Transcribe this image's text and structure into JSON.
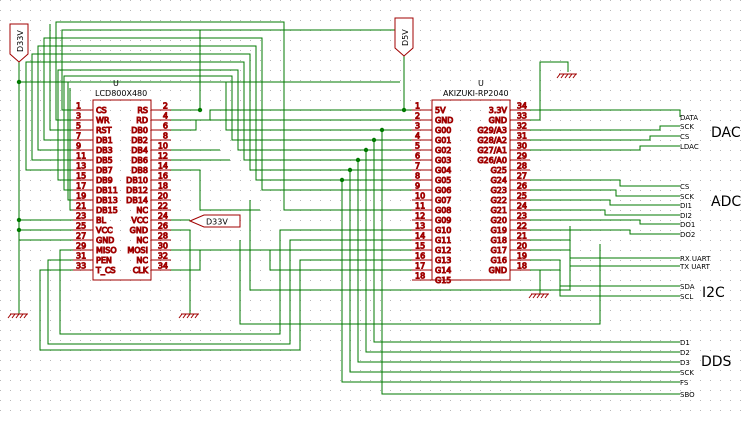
{
  "power_flags": {
    "d33v_top": "D33V",
    "d33v_right": "D33V",
    "d5v": "D5V"
  },
  "lcd": {
    "ref": "U",
    "value": "LCD800X480",
    "left_pins": [
      {
        "num": "1",
        "name": "CS"
      },
      {
        "num": "3",
        "name": "WR"
      },
      {
        "num": "5",
        "name": "RST"
      },
      {
        "num": "7",
        "name": "DB1"
      },
      {
        "num": "9",
        "name": "DB3"
      },
      {
        "num": "11",
        "name": "DB5"
      },
      {
        "num": "13",
        "name": "DB7"
      },
      {
        "num": "15",
        "name": "DB9"
      },
      {
        "num": "17",
        "name": "DB11"
      },
      {
        "num": "19",
        "name": "DB13"
      },
      {
        "num": "21",
        "name": "DB15"
      },
      {
        "num": "23",
        "name": "BL"
      },
      {
        "num": "25",
        "name": "VCC"
      },
      {
        "num": "27",
        "name": "GND"
      },
      {
        "num": "29",
        "name": "MISO"
      },
      {
        "num": "31",
        "name": "PEN"
      },
      {
        "num": "33",
        "name": "T_CS"
      }
    ],
    "right_pins": [
      {
        "num": "2",
        "name": "RS"
      },
      {
        "num": "4",
        "name": "RD"
      },
      {
        "num": "6",
        "name": "DB0"
      },
      {
        "num": "8",
        "name": "DB2"
      },
      {
        "num": "10",
        "name": "DB4"
      },
      {
        "num": "12",
        "name": "DB6"
      },
      {
        "num": "14",
        "name": "DB8"
      },
      {
        "num": "16",
        "name": "DB10"
      },
      {
        "num": "18",
        "name": "DB12"
      },
      {
        "num": "20",
        "name": "DB14"
      },
      {
        "num": "22",
        "name": "NC"
      },
      {
        "num": "24",
        "name": "VCC"
      },
      {
        "num": "26",
        "name": "GND"
      },
      {
        "num": "28",
        "name": "NC"
      },
      {
        "num": "30",
        "name": "MOSI"
      },
      {
        "num": "32",
        "name": "NC"
      },
      {
        "num": "34",
        "name": "CLK"
      }
    ]
  },
  "mcu": {
    "ref": "U",
    "value": "AKIZUKI-RP2040",
    "left_pins": [
      {
        "num": "1",
        "name": "5V"
      },
      {
        "num": "2",
        "name": "GND"
      },
      {
        "num": "3",
        "name": "G00"
      },
      {
        "num": "4",
        "name": "G01"
      },
      {
        "num": "5",
        "name": "G02"
      },
      {
        "num": "6",
        "name": "G03"
      },
      {
        "num": "7",
        "name": "G04"
      },
      {
        "num": "8",
        "name": "G05"
      },
      {
        "num": "9",
        "name": "G06"
      },
      {
        "num": "10",
        "name": "G07"
      },
      {
        "num": "11",
        "name": "G08"
      },
      {
        "num": "12",
        "name": "G09"
      },
      {
        "num": "13",
        "name": "G10"
      },
      {
        "num": "14",
        "name": "G11"
      },
      {
        "num": "15",
        "name": "G12"
      },
      {
        "num": "16",
        "name": "G13"
      },
      {
        "num": "17",
        "name": "G14"
      },
      {
        "num": "18",
        "name": "G15"
      }
    ],
    "right_pins": [
      {
        "num": "34",
        "name": "3.3V"
      },
      {
        "num": "33",
        "name": "GND"
      },
      {
        "num": "32",
        "name": "G29/A3"
      },
      {
        "num": "31",
        "name": "G28/A2"
      },
      {
        "num": "30",
        "name": "G27/A1"
      },
      {
        "num": "29",
        "name": "G26/A0"
      },
      {
        "num": "28",
        "name": "G25"
      },
      {
        "num": "27",
        "name": "G24"
      },
      {
        "num": "26",
        "name": "G23"
      },
      {
        "num": "25",
        "name": "G22"
      },
      {
        "num": "24",
        "name": "G21"
      },
      {
        "num": "23",
        "name": "G20"
      },
      {
        "num": "22",
        "name": "G19"
      },
      {
        "num": "21",
        "name": "G18"
      },
      {
        "num": "20",
        "name": "G17"
      },
      {
        "num": "19",
        "name": "G16"
      },
      {
        "num": "18",
        "name": "GND"
      }
    ]
  },
  "net_labels": {
    "dac": [
      "DATA",
      "SCK",
      "CS",
      "LDAC"
    ],
    "adc": [
      "CS",
      "SCK",
      "DI1",
      "DI2",
      "DO1",
      "DO2"
    ],
    "uart": [
      "RX UART",
      "TX UART"
    ],
    "i2c": [
      "SDA",
      "SCL"
    ],
    "dds": [
      "D1",
      "D2",
      "D3",
      "SCK",
      "FS",
      "SBO"
    ]
  },
  "group_titles": {
    "dac": "DAC",
    "adc": "ADC",
    "i2c": "I2C",
    "dds": "DDS"
  },
  "colors": {
    "wire": "#007a00",
    "component": "#a00000",
    "text": "#000000",
    "background": "#ffffff",
    "grid_dot": "#b8b8b8"
  }
}
